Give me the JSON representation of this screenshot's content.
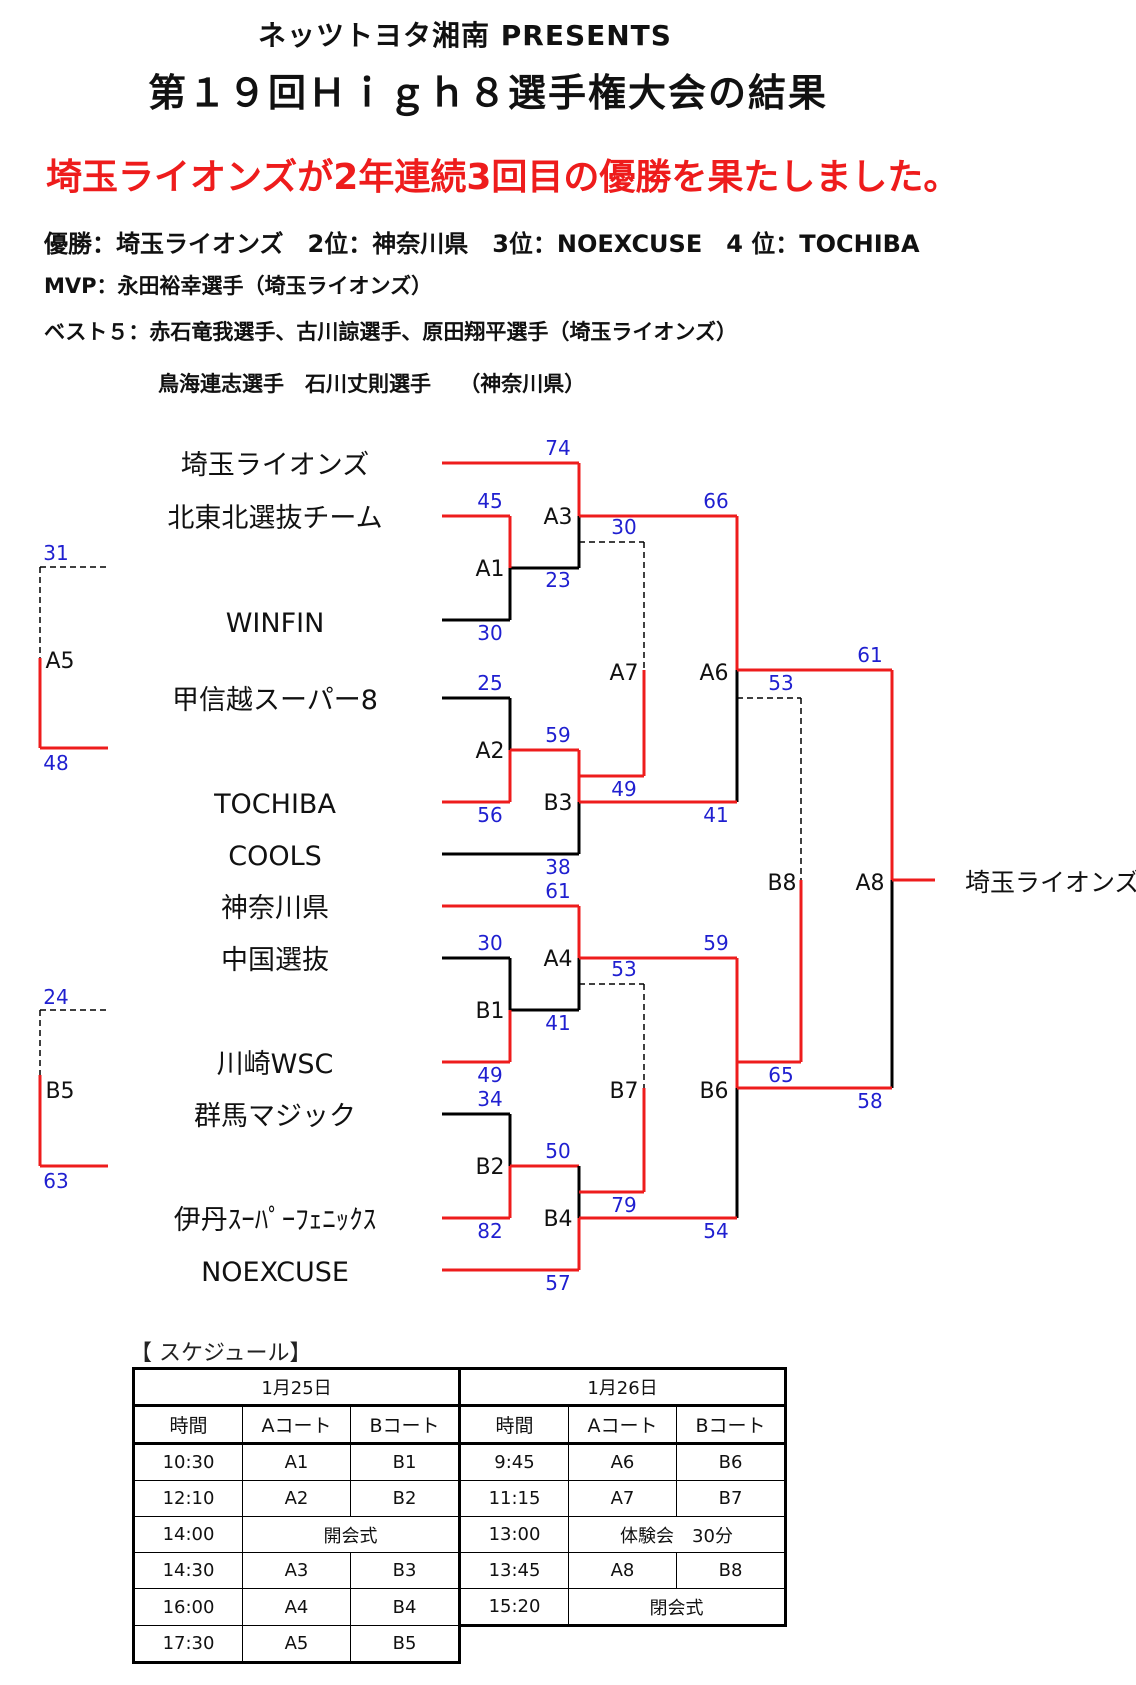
{
  "header": {
    "sponsor": "ネッツトヨタ湘南 PRESENTS",
    "title": "第１９回Ｈｉｇｈ８選手権大会の結果",
    "headline": "埼玉ライオンズが2年連続3回目の優勝を果たしました。"
  },
  "results": {
    "standings": "優勝：埼玉ライオンズ　2位：神奈川県　3位：NOEXCUSE　4 位：TOCHIBA",
    "mvp": "MVP：永田裕幸選手（埼玉ライオンズ）",
    "best5_line1": "ベスト５：赤石竜我選手、古川諒選手、原田翔平選手（埼玉ライオンズ）",
    "best5_line2": "鳥海連志選手　石川丈則選手　 （神奈川県）"
  },
  "bracket": {
    "teams": [
      "埼玉ライオンズ",
      "北東北選抜チーム",
      "WINFIN",
      "甲信越スーパー8",
      "TOCHIBA",
      "COOLS",
      "神奈川県",
      "中国選抜",
      "川崎WSC",
      "群馬マジック",
      "伊丹ｽｰﾊﾟｰﾌｪﾆｯｸｽ",
      "NOEXCUSE"
    ],
    "champion": "埼玉ライオンズ",
    "games": [
      "A1",
      "A2",
      "A3",
      "B3",
      "A4",
      "B1",
      "B2",
      "B4",
      "A7",
      "A6",
      "B7",
      "B6",
      "B8",
      "A8",
      "A5",
      "B5"
    ],
    "scores": [
      "74",
      "45",
      "23",
      "30",
      "30",
      "25",
      "59",
      "56",
      "49",
      "38",
      "66",
      "41",
      "61",
      "30",
      "41",
      "49",
      "53",
      "59",
      "34",
      "50",
      "82",
      "79",
      "57",
      "53",
      "65",
      "54",
      "61",
      "58",
      "31",
      "48",
      "24",
      "63"
    ],
    "colors": {
      "winner": "#ee1c1c",
      "loser": "#000000",
      "score": "#1f1fd0"
    }
  },
  "schedule": {
    "title": "【 スケジュール】",
    "day1": "1月25日",
    "day2": "1月26日",
    "col_time": "時間",
    "col_a": "Aコート",
    "col_b": "Bコート",
    "rows": [
      {
        "t1": "10:30",
        "a1": "A1",
        "b1": "B1",
        "t2": "9:45",
        "a2": "A6",
        "b2": "B6"
      },
      {
        "t1": "12:10",
        "a1": "A2",
        "b1": "B2",
        "t2": "11:15",
        "a2": "A7",
        "b2": "B7"
      },
      {
        "t1": "14:00",
        "m1": "開会式",
        "t2": "13:00",
        "m2": "体験会　30分"
      },
      {
        "t1": "14:30",
        "a1": "A3",
        "b1": "B3",
        "t2": "13:45",
        "a2": "A8",
        "b2": "B8"
      },
      {
        "t1": "16:00",
        "a1": "A4",
        "b1": "B4",
        "t2": "15:20",
        "m2": "閉会式"
      },
      {
        "t1": "17:30",
        "a1": "A5",
        "b1": "B5"
      }
    ]
  }
}
